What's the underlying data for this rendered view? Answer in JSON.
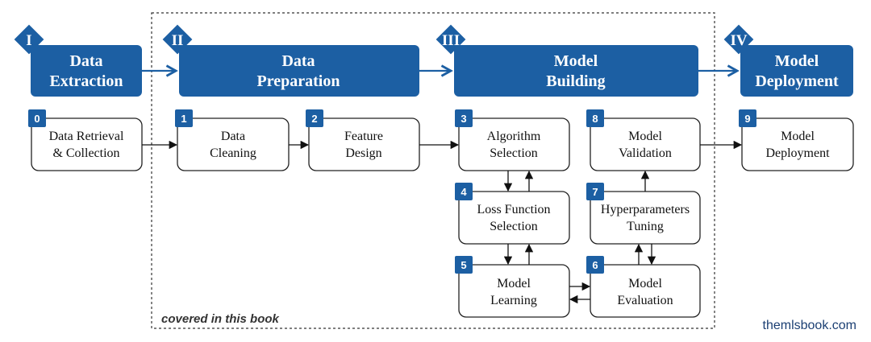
{
  "phases": [
    {
      "roman": "I",
      "line1": "Data",
      "line2": "Extraction"
    },
    {
      "roman": "II",
      "line1": "Data",
      "line2": "Preparation"
    },
    {
      "roman": "III",
      "line1": "Model",
      "line2": "Building"
    },
    {
      "roman": "IV",
      "line1": "Model",
      "line2": "Deployment"
    }
  ],
  "steps": [
    {
      "num": "0",
      "line1": "Data Retrieval",
      "line2": "& Collection"
    },
    {
      "num": "1",
      "line1": "Data",
      "line2": "Cleaning"
    },
    {
      "num": "2",
      "line1": "Feature",
      "line2": "Design"
    },
    {
      "num": "3",
      "line1": "Algorithm",
      "line2": "Selection"
    },
    {
      "num": "4",
      "line1": "Loss Function",
      "line2": "Selection"
    },
    {
      "num": "5",
      "line1": "Model",
      "line2": "Learning"
    },
    {
      "num": "6",
      "line1": "Model",
      "line2": "Evaluation"
    },
    {
      "num": "7",
      "line1": "Hyperparameters",
      "line2": "Tuning"
    },
    {
      "num": "8",
      "line1": "Model",
      "line2": "Validation"
    },
    {
      "num": "9",
      "line1": "Model",
      "line2": "Deployment"
    }
  ],
  "note": "covered in this book",
  "site": "themlsbook.com",
  "colors": {
    "accent": "#1c5fa3",
    "site": "#1b3f73"
  }
}
